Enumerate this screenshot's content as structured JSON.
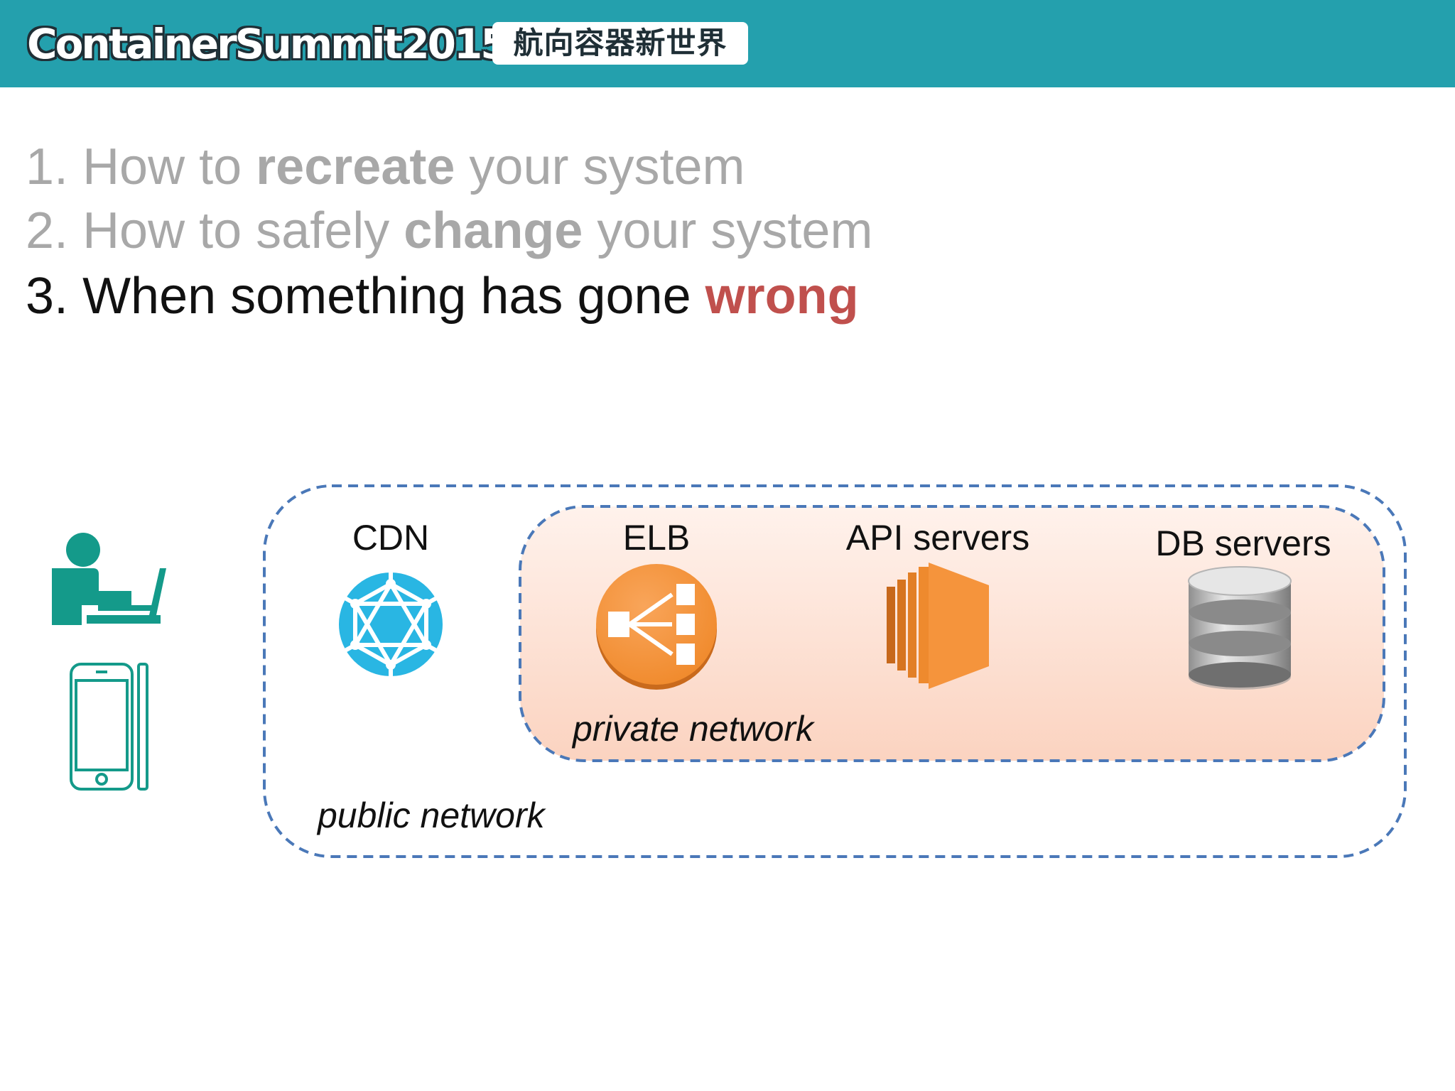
{
  "header": {
    "brand": "ContainerSummit2015",
    "tagline": "航向容器新世界"
  },
  "agenda": [
    {
      "num": "1.",
      "pre": "How to ",
      "bold": "recreate",
      "post": " your system"
    },
    {
      "num": "2.",
      "pre": "How to safely ",
      "bold": "change",
      "post": " your system"
    },
    {
      "num": "3.",
      "pre": "When something has gone ",
      "bold": "wrong",
      "post": ""
    }
  ],
  "diagram": {
    "nodes": {
      "cdn": "CDN",
      "elb": "ELB",
      "api": "API servers",
      "db": "DB servers"
    },
    "zones": {
      "private": "private network",
      "public": "public network"
    },
    "icons": {
      "user": "person-at-laptop-icon",
      "mobile": "smartphone-icon",
      "cdn": "globe-network-icon",
      "elb": "load-balancer-icon",
      "api": "server-instances-icon",
      "db": "database-cylinder-icon"
    },
    "colors": {
      "teal": "#149a8a",
      "cdn_blue": "#29b6e3",
      "aws_orange": "#f5943c",
      "dashed_border": "#4a78b8",
      "private_fill": "#fbd7c6"
    }
  }
}
